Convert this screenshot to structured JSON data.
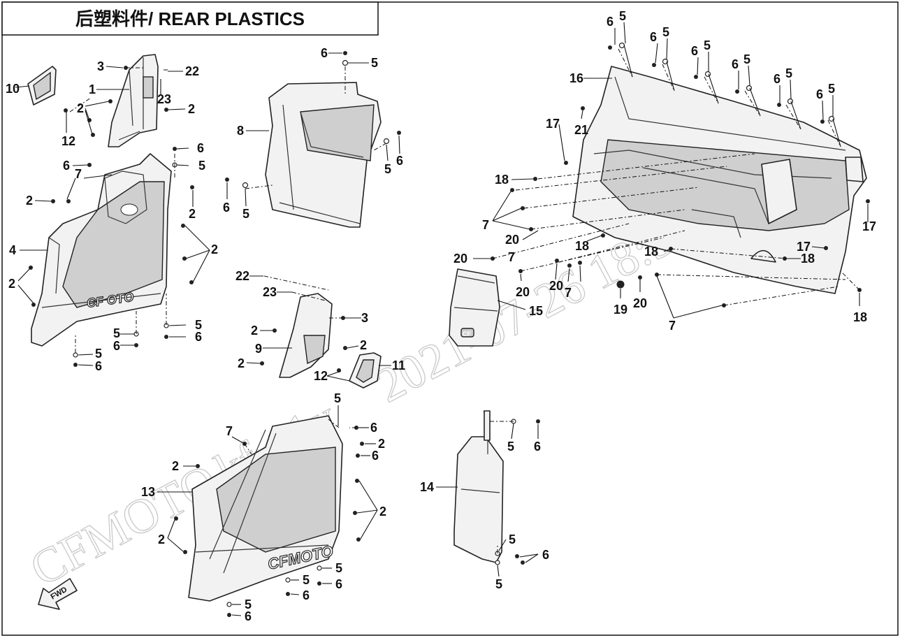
{
  "title": "后塑料件/ REAR PLASTICS",
  "watermark": {
    "brand": "CFMOTO",
    "user": "kf-11y",
    "stamp": "2021-07-26 18:58:28"
  },
  "logo_text": {
    "fender_left": "CF OTO",
    "fender_right": "CFMOTO",
    "fwd": "FWD",
    "mud_guard": "CF"
  },
  "callouts": {
    "c1": "10",
    "c2": "12",
    "c3": "3",
    "c4": "1",
    "c5": "2",
    "c6": "23",
    "c7": "22",
    "c8": "2",
    "c9": "6",
    "c10": "7",
    "c11": "2",
    "c12": "6",
    "c13": "5",
    "c14": "2",
    "c15": "4",
    "c16": "2",
    "c17": "2",
    "c18": "5",
    "c19": "6",
    "c20": "5",
    "c21": "6",
    "c22": "5",
    "c23": "6",
    "c24": "6",
    "c25": "5",
    "c26": "8",
    "c27": "5",
    "c28": "6",
    "c29": "6",
    "c30": "5",
    "c31": "22",
    "c32": "23",
    "c33": "3",
    "c34": "2",
    "c35": "9",
    "c36": "2",
    "c37": "2",
    "c38": "11",
    "c39": "12",
    "c40": "6",
    "c41": "5",
    "c42": "6",
    "c43": "5",
    "c44": "6",
    "c45": "5",
    "c46": "6",
    "c47": "5",
    "c48": "6",
    "c49": "5",
    "c50": "6",
    "c51": "5",
    "c52": "16",
    "c53": "17",
    "c54": "21",
    "c55": "18",
    "c56": "7",
    "c57": "20",
    "c58": "18",
    "c59": "20",
    "c60": "7",
    "c61": "20",
    "c62": "7",
    "c63": "20",
    "c64": "17",
    "c65": "18",
    "c66": "18",
    "c67": "17",
    "c68": "19",
    "c69": "20",
    "c70": "7",
    "c71": "18",
    "c72": "15",
    "c73": "5",
    "c74": "6",
    "c75": "7",
    "c76": "2",
    "c77": "6",
    "c78": "2",
    "c79": "13",
    "c80": "2",
    "c81": "2",
    "c82": "5",
    "c83": "6",
    "c84": "5",
    "c85": "6",
    "c86": "5",
    "c87": "6",
    "c88": "14",
    "c89": "5",
    "c90": "6",
    "c91": "5",
    "c92": "6",
    "c93": "5"
  }
}
